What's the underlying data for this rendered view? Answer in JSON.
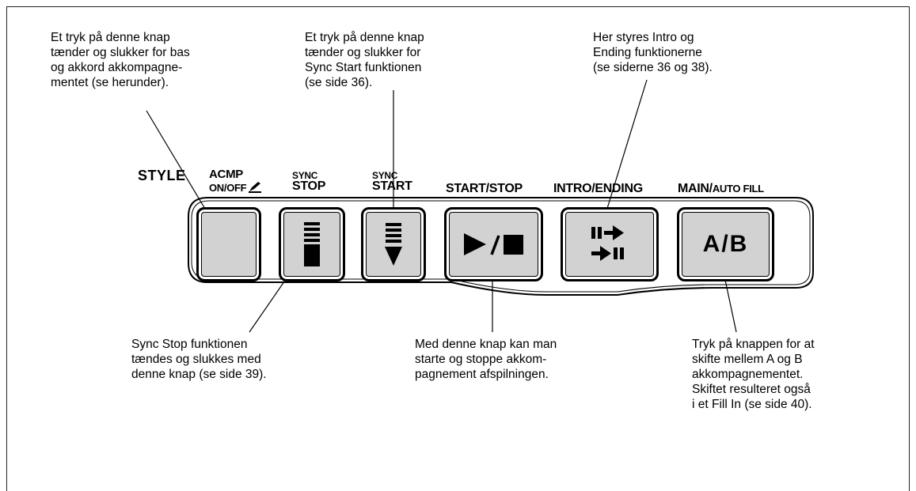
{
  "callouts": {
    "acmp": "Et tryk på denne knap\ntænder og slukker for bas\nog akkord akkompagne-\nmentet (se herunder).",
    "sync_start": "Et tryk på denne knap\ntænder og slukker for\nSync Start funktionen\n(se side 36).",
    "intro": "Her styres Intro og\nEnding funktionerne\n(se siderne 36 og 38).",
    "sync_stop": "Sync Stop funktionen\ntændes og slukkes med\ndenne knap (se side 39).",
    "start_stop": "Med denne knap kan man\nstarte og stoppe akkom-\npagnement afspilningen.",
    "main": "Tryk på knappen for at\nskifte mellem A og B\nakkompagnementet.\nSkiftet resulteret også\ni et Fill In (se side 40)."
  },
  "panel": {
    "style_label": "STYLE",
    "acmp_label_1": "ACMP",
    "acmp_label_2": "ON/OFF",
    "sync_stop_label_1": "SYNC",
    "sync_stop_label_2": "STOP",
    "sync_start_label_1": "SYNC",
    "sync_start_label_2": "START",
    "start_stop_label": "START/STOP",
    "intro_label": "INTRO/ENDING",
    "main_label": "MAIN/",
    "auto_fill_label": "AUTO FILL",
    "ab_button_text": "A/B"
  },
  "icons": [
    "pen-icon",
    "sync-stop-icon",
    "sync-start-icon",
    "play-stop-icon",
    "intro-ending-icon"
  ],
  "colors": {
    "button_fill": "#d2d2d2",
    "outline": "#000000"
  }
}
